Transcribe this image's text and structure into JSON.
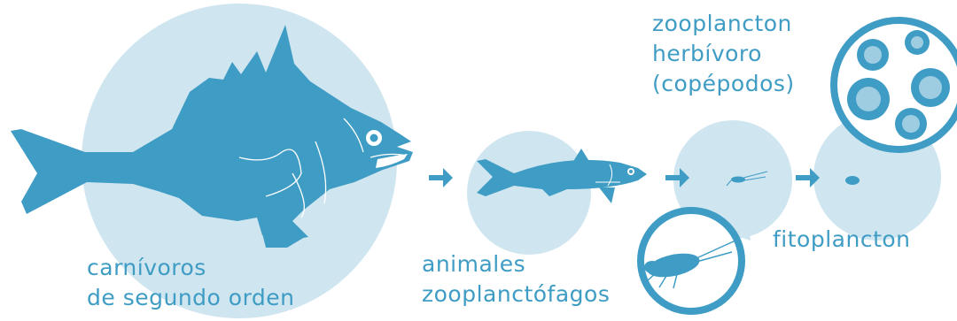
{
  "colors": {
    "primary": "#3f9cc4",
    "circle_fill": "#cfe5ef",
    "bubble_fill": "#ffffff",
    "background": "#ffffff"
  },
  "stages": [
    {
      "key": "carnivores",
      "lines": [
        "carnívoros",
        "de segundo orden"
      ],
      "icon": "grouper-fish"
    },
    {
      "key": "planktivores",
      "lines": [
        "animales",
        "zooplanctófagos"
      ],
      "icon": "sardine-fish"
    },
    {
      "key": "zooplankton",
      "lines": [
        "zooplancton",
        "herbívoro",
        "(copépodos)"
      ],
      "icon": "copepod"
    },
    {
      "key": "phytoplankton",
      "lines": [
        "fitoplancton"
      ],
      "icon": "diatoms"
    }
  ],
  "arrows": [
    "arrow-right-icon",
    "arrow-right-icon",
    "arrow-right-icon"
  ]
}
